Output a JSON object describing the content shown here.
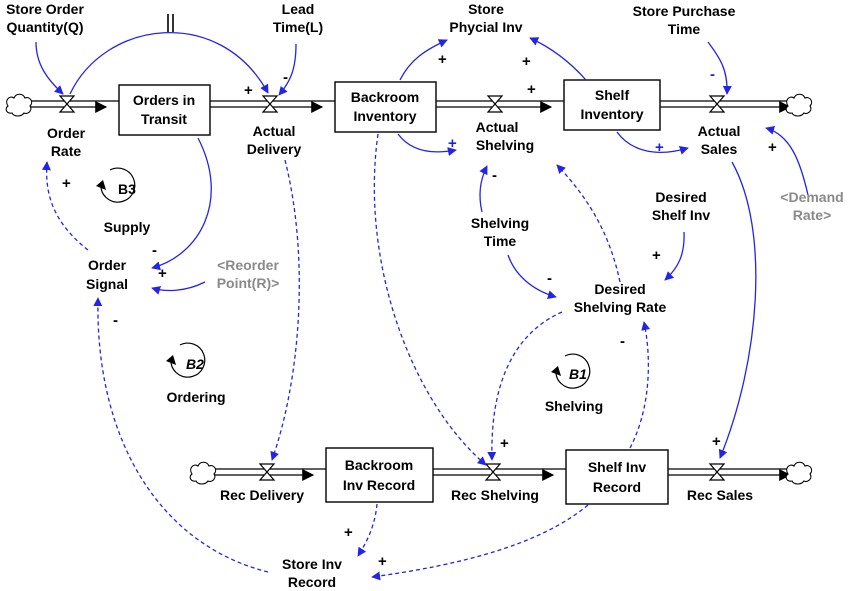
{
  "stocks": {
    "orders_in_transit": [
      "Orders in",
      "Transit"
    ],
    "backroom_inventory": [
      "Backroom",
      "Inventory"
    ],
    "shelf_inventory": [
      "Shelf",
      "Inventory"
    ],
    "backroom_inv_record": [
      "Backroom",
      "Inv Record"
    ],
    "shelf_inv_record": [
      "Shelf Inv",
      "Record"
    ]
  },
  "flows": {
    "order_rate": [
      "Order",
      "Rate"
    ],
    "actual_delivery": [
      "Actual",
      "Delivery"
    ],
    "actual_shelving": [
      "Actual",
      "Shelving"
    ],
    "actual_sales": [
      "Actual",
      "Sales"
    ],
    "rec_delivery": "Rec Delivery",
    "rec_shelving": "Rec Shelving",
    "rec_sales": "Rec Sales"
  },
  "variables": {
    "store_order_quantity": [
      "Store Order",
      "Quantity(Q)"
    ],
    "lead_time": [
      "Lead",
      "Time(L)"
    ],
    "store_physical_inv": [
      "Store",
      "Phycial Inv"
    ],
    "store_purchase_time": [
      "Store Purchase",
      "Time"
    ],
    "order_signal": [
      "Order",
      "Signal"
    ],
    "reorder_point": [
      "<Reorder",
      "Point(R)>"
    ],
    "shelving_time": [
      "Shelving",
      "Time"
    ],
    "desired_shelf_inv": [
      "Desired",
      "Shelf Inv"
    ],
    "desired_shelving_rate": [
      "Desired",
      "Shelving Rate"
    ],
    "demand_rate": [
      "<Demand",
      "Rate>"
    ],
    "store_inv_record": [
      "Store Inv",
      "Record"
    ]
  },
  "loops": {
    "b3": {
      "id": "B3",
      "name": "Supply"
    },
    "b2": {
      "id": "B2",
      "name": "Ordering"
    },
    "b1": {
      "id": "B1",
      "name": "Shelving"
    }
  },
  "polarity": {
    "plus": "+",
    "minus": "-"
  },
  "colors": {
    "link": "#2424e8",
    "shadow_text": "#8a8a8a"
  }
}
